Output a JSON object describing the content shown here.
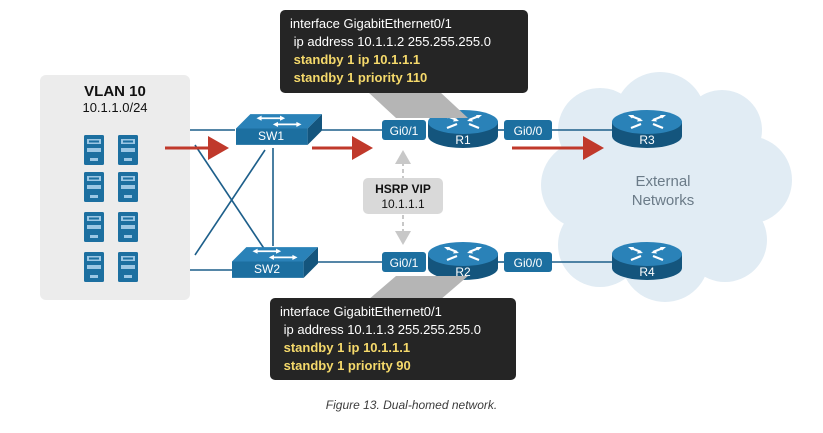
{
  "vlan": {
    "title": "VLAN 10",
    "subnet": "10.1.1.0/24"
  },
  "devices": {
    "sw1": "SW1",
    "sw2": "SW2",
    "r1": "R1",
    "r2": "R2",
    "r3": "R3",
    "r4": "R4"
  },
  "interfaces": {
    "r1_lan": "Gi0/1",
    "r1_wan": "Gi0/0",
    "r2_lan": "Gi0/1",
    "r2_wan": "Gi0/0"
  },
  "hsrp": {
    "label": "HSRP VIP",
    "address": "10.1.1.1"
  },
  "cloud": {
    "line1": "External",
    "line2": "Networks"
  },
  "r1_config": {
    "line1": "interface GigabitEthernet0/1",
    "line2": " ip address 10.1.1.2 255.255.255.0",
    "line3": " standby 1 ip 10.1.1.1",
    "line4": " standby 1 priority 110"
  },
  "r2_config": {
    "line1": "interface GigabitEthernet0/1",
    "line2": " ip address 10.1.1.3 255.255.255.0",
    "line3": " standby 1 ip 10.1.1.1",
    "line4": " standby 1 priority 90"
  },
  "caption": "Figure 13. Dual-homed network.",
  "colors": {
    "device_blue": "#1c6fa0",
    "link": "#1d5f8a",
    "arrow_red": "#c0392b",
    "config_bg": "#252525",
    "highlight_text": "#f5d96b",
    "vlan_bg": "#ececec",
    "cloud": "#e1ecf4",
    "hsrp_bg": "#d9d9d9"
  }
}
